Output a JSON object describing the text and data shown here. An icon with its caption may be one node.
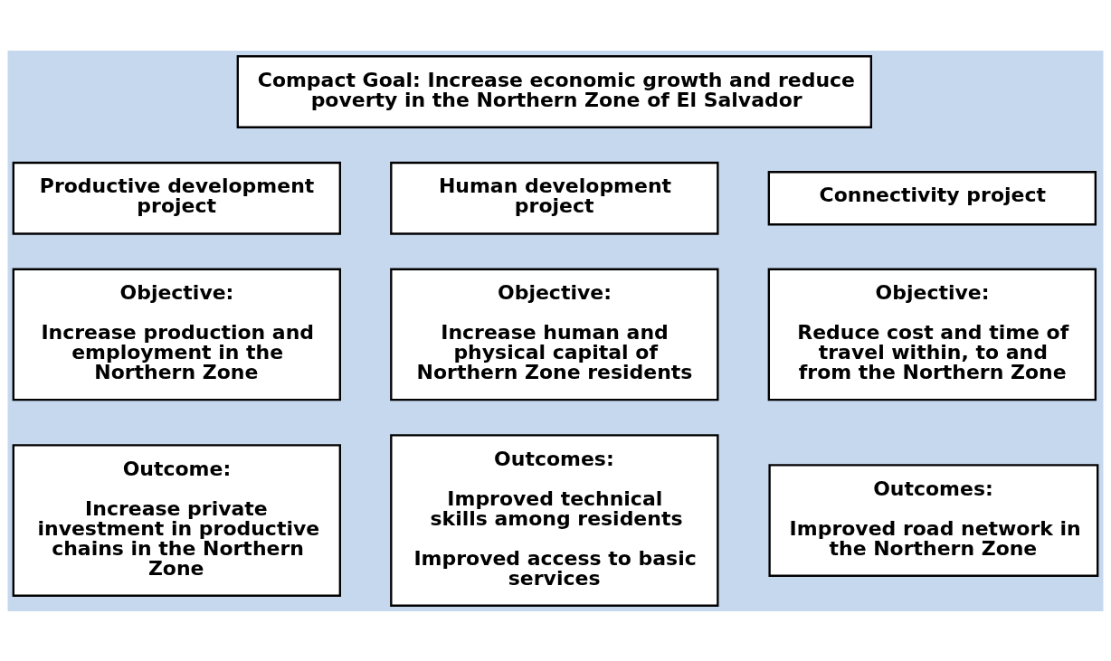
{
  "diagram": {
    "nodes": [
      {
        "text": [
          "Compact Goal: Increase economic growth and reduce poverty in the Northern Zone of El Salvador"
        ]
      },
      {
        "text": [
          "Productive development project"
        ]
      },
      {
        "text": [
          "Human development project"
        ]
      },
      {
        "text": [
          "Connectivity project"
        ]
      },
      {
        "text": [
          "Objective:",
          "Increase production and employment in the Northern Zone"
        ]
      },
      {
        "text": [
          "Objective:",
          "Increase human and physical capital of Northern Zone residents"
        ]
      },
      {
        "text": [
          "Objective:",
          "Reduce cost and time of travel within, to and from the Northern Zone"
        ]
      },
      {
        "text": [
          "Outcome:",
          "Increase private investment in productive chains in the Northern Zone"
        ]
      },
      {
        "text": [
          "Outcomes:",
          "Improved technical skills among residents",
          "Improved access to basic services"
        ]
      },
      {
        "text": [
          "Outcomes:",
          "Improved road network in the Northern Zone"
        ]
      }
    ]
  }
}
